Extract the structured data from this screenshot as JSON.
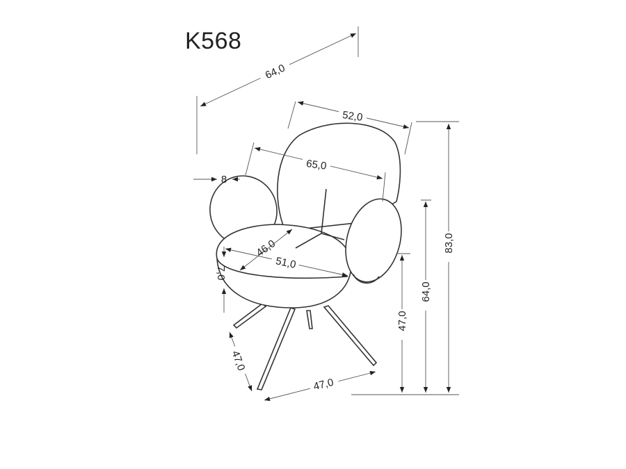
{
  "title": "K568",
  "dimensions": {
    "overall_width": "64,0",
    "back_width": "52,0",
    "inner_width": "65,0",
    "arm_width": "8",
    "seat_depth": "46,0",
    "seat_width": "51,0",
    "seat_thickness": "7,0",
    "total_height": "83,0",
    "arm_height": "64,0",
    "seat_height": "47,0",
    "base_width": "47,0",
    "base_depth": "47,0"
  }
}
